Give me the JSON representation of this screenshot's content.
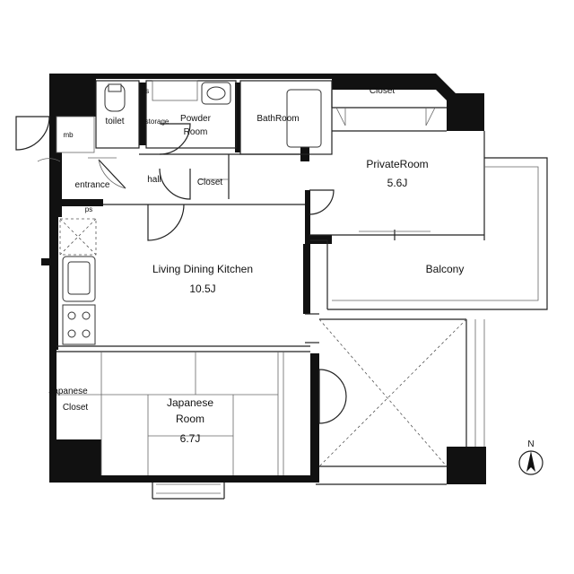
{
  "rooms": {
    "mb": "mb",
    "toilet": "toilet",
    "ps_top": "ps",
    "storage": "storage",
    "powder_room": [
      "Powder",
      "Room"
    ],
    "bathroom": "BathRoom",
    "closet_top": "Closet",
    "entrance": "entrance",
    "hall": "hall",
    "closet_hall": "Closet",
    "ps_side": "ps",
    "private_room": {
      "name": "PrivateRoom",
      "size": "5.6J"
    },
    "ldk": {
      "name": "Living Dining Kitchen",
      "size": "10.5J"
    },
    "balcony": "Balcony",
    "japanese_closet": [
      "Japanese",
      "Closet"
    ],
    "japanese_room": {
      "name": [
        "Japanese",
        "Room"
      ],
      "size": "6.7J"
    }
  },
  "compass": "N"
}
